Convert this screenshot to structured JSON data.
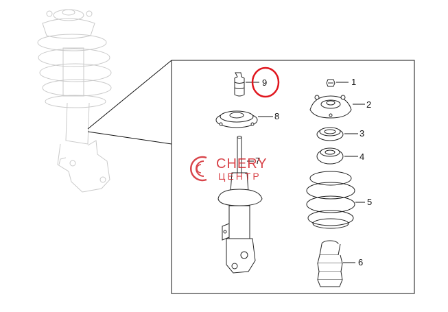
{
  "callouts": [
    "1",
    "2",
    "3",
    "4",
    "5",
    "6",
    "7",
    "8",
    "9"
  ],
  "watermark": {
    "brand": "CHERY",
    "sub": "ЦЕНТР",
    "color": "#d2232a"
  },
  "highlight_color": "#e0161e"
}
